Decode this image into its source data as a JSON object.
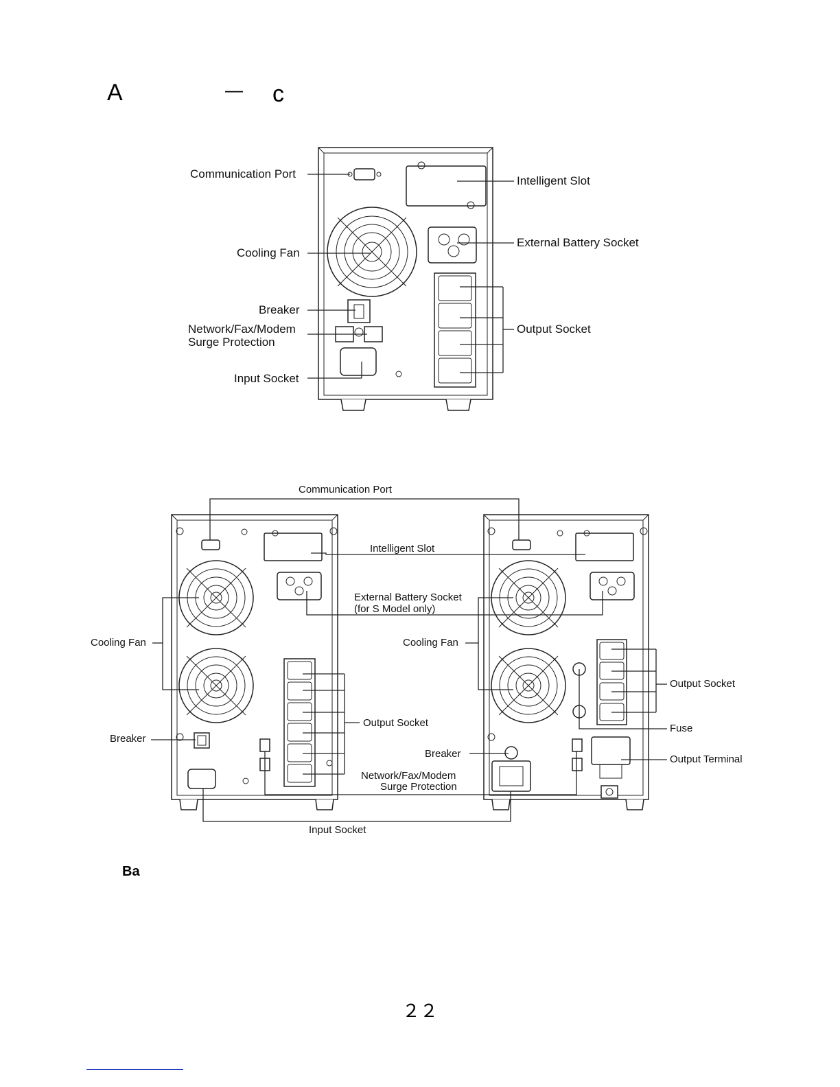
{
  "header": {
    "letter_a": "A",
    "dash": "—",
    "letter_c": "c"
  },
  "diagram1": {
    "labels": {
      "communication_port": "Communication Port",
      "intelligent_slot": "Intelligent Slot",
      "external_battery_socket": "External Battery Socket",
      "cooling_fan": "Cooling Fan",
      "breaker": "Breaker",
      "network_line1": "Network/Fax/Modem",
      "network_line2": "Surge Protection",
      "output_socket": "Output Socket",
      "input_socket": "Input Socket"
    }
  },
  "diagram2": {
    "labels": {
      "communication_port": "Communication Port",
      "intelligent_slot": "Intelligent Slot",
      "external_battery_line1": "External Battery Socket",
      "external_battery_line2": "(for S Model only)",
      "cooling_fan_left": "Cooling Fan",
      "cooling_fan_mid": "Cooling Fan",
      "output_socket_left": "Output Socket",
      "output_socket_right": "Output Socket",
      "fuse": "Fuse",
      "output_terminal": "Output Terminal",
      "breaker_left": "Breaker",
      "breaker_mid": "Breaker",
      "network_line1": "Network/Fax/Modem",
      "network_line2": "Surge Protection",
      "input_socket": "Input Socket"
    }
  },
  "section_b": {
    "text": "Ba"
  },
  "page_number": "２２"
}
